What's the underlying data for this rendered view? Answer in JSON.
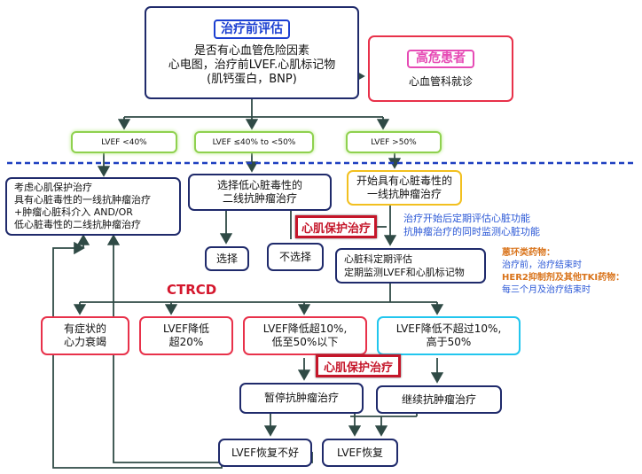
{
  "pretreatment": {
    "title": "治疗前评估",
    "line1": "是否有心血管危险因素",
    "line2": "心电图，治疗前LVEF.心肌标记物",
    "line3": "(肌钙蛋白，BNP)"
  },
  "high_risk": {
    "title": "高危患者",
    "text": "心血管科就诊"
  },
  "lvef_groups": [
    "LVEF <40%",
    "LVEF ≤40% to <50%",
    "LVEF >50%"
  ],
  "left_box": {
    "line1": "考虑心肌保护治疗",
    "line2": "具有心脏毒性的一线抗肿瘤治疗",
    "line3": "+肿瘤心脏科介入 AND/OR",
    "line4": "低心脏毒性的二线抗肿瘤治疗"
  },
  "mid_box": {
    "line1": "选择低心脏毒性的",
    "line2": "二线抗肿瘤治疗"
  },
  "right_box": {
    "line1": "开始具有心脏毒性的",
    "line2": "一线抗肿瘤治疗"
  },
  "myocardial_protection": "心肌保护治疗",
  "choose": "选择",
  "not_choose": "不选择",
  "monitor_note": {
    "line1": "治疗开始后定期评估心脏功能",
    "line2": "抗肿瘤治疗的同时监测心脏功能"
  },
  "assessment_box": {
    "line1": "心脏科定期评估",
    "line2": "定期监测LVEF和心肌标记物"
  },
  "drug_note": {
    "anthracycline": "蒽环类药物：",
    "anthracycline_detail": "治疗前，治疗结束时",
    "her2": "HER2抑制剂及其他TKI药物：",
    "her2_detail": "每三个月及治疗结束时"
  },
  "ctrcd": "CTRCD",
  "outcomes": [
    {
      "line1": "有症状的",
      "line2": "心力衰竭"
    },
    {
      "line1": "LVEF降低",
      "line2": "超20%"
    },
    {
      "line1": "LVEF降低超10%,",
      "line2": "低至50%以下"
    },
    {
      "line1": "LVEF降低不超过10%,",
      "line2": "高于50%"
    }
  ],
  "pause": "暂停抗肿瘤治疗",
  "continue": "继续抗肿瘤治疗",
  "lvef_not_recovered": "LVEF恢复不好",
  "lvef_recovered": "LVEF恢复",
  "colors": {
    "navy": "#1f2a6b",
    "red": "#e8314a",
    "cyan": "#22c6ee",
    "gold": "#f2c01f",
    "green": "#8fd14f",
    "blue_text": "#2a57d6",
    "orange_text": "#d9731a",
    "dash_line": "#1e3fc0"
  }
}
